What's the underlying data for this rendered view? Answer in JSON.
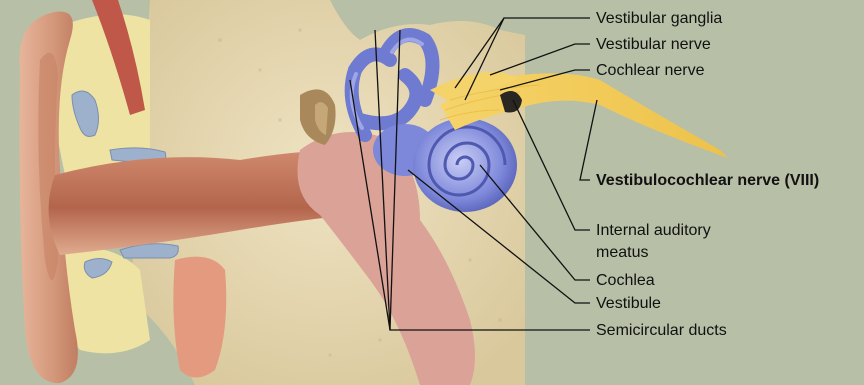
{
  "labels": {
    "vestibular_ganglia": "Vestibular ganglia",
    "vestibular_nerve": "Vestibular nerve",
    "cochlear_nerve": "Cochlear nerve",
    "vestibulocochlear_nerve": "Vestibulocochlear nerve (VIII)",
    "internal_auditory_meatus_line1": "Internal auditory",
    "internal_auditory_meatus_line2": "meatus",
    "cochlea": "Cochlea",
    "vestibule": "Vestibule",
    "semicircular_ducts": "Semicircular ducts"
  },
  "colors": {
    "background": "#b7bfa7",
    "bone": "#e6d8b4",
    "skin": "#d9a38a",
    "canal": "#b96f56",
    "cartilage": "#efe6a4",
    "labyrinth": "#7b86d6",
    "nerve": "#f2c84a"
  }
}
